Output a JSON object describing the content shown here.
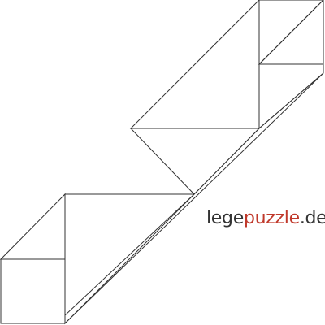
{
  "logo": {
    "part1": "lege",
    "part2": "puzzle",
    "part3": ".de"
  },
  "colors": {
    "stroke": "#333333",
    "background": "#ffffff",
    "logo_dark": "#333333",
    "logo_accent": "#c0392b"
  },
  "pieces": [
    {
      "name": "piece-top-square",
      "shape": "square"
    },
    {
      "name": "piece-top-right-strip",
      "shape": "parallelogram"
    },
    {
      "name": "piece-top-large-triangle",
      "shape": "triangle"
    },
    {
      "name": "piece-center-small-triangle",
      "shape": "triangle"
    },
    {
      "name": "piece-center-right-strip",
      "shape": "parallelogram"
    },
    {
      "name": "piece-lower-large-triangle",
      "shape": "triangle"
    },
    {
      "name": "piece-lower-left-triangle",
      "shape": "triangle"
    },
    {
      "name": "piece-bottom-square",
      "shape": "square"
    }
  ]
}
